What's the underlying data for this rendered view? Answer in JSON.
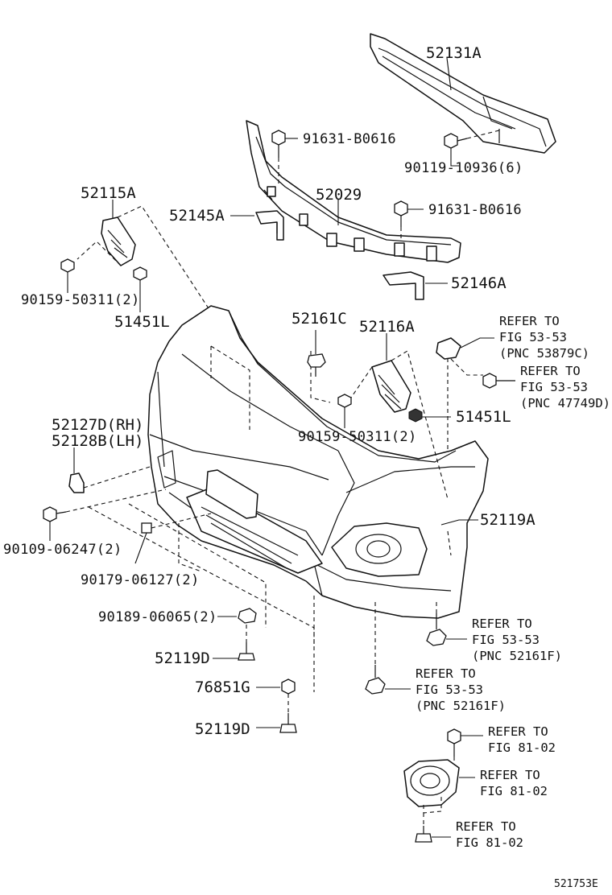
{
  "diagram_id": "521753E",
  "callouts": {
    "c52131A": "52131A",
    "c90119": "90119-10936(6)",
    "c91631_top": "91631-B0616",
    "c91631_mid": "91631-B0616",
    "c52029": "52029",
    "c52145A": "52145A",
    "c52146A": "52146A",
    "c52115A": "52115A",
    "c90159_left": "90159-50311(2)",
    "c51451L_left": "51451L",
    "c52161C": "52161C",
    "c52116A": "52116A",
    "c90159_mid": "90159-50311(2)",
    "c51451L_right": "51451L",
    "c52127D": "52127D(RH)",
    "c52128B": "52128B(LH)",
    "c90109": "90109-06247(2)",
    "c90179": "90179-06127(2)",
    "c90189": "90189-06065(2)",
    "c52119D_a": "52119D",
    "c76851G": "76851G",
    "c52119D_b": "52119D",
    "c52119A": "52119A"
  },
  "references": {
    "r1": {
      "line1": "REFER TO",
      "line2": "FIG 53-53",
      "line3": "(PNC 53879C)"
    },
    "r2": {
      "line1": "REFER TO",
      "line2": "FIG 53-53",
      "line3": "(PNC 47749D)"
    },
    "r3": {
      "line1": "REFER TO",
      "line2": "FIG 53-53",
      "line3": "(PNC 52161F)"
    },
    "r4": {
      "line1": "REFER TO",
      "line2": "FIG 53-53",
      "line3": "(PNC 52161F)"
    },
    "r5": {
      "line1": "REFER TO",
      "line2": "FIG 81-02"
    },
    "r6": {
      "line1": "REFER TO",
      "line2": "FIG 81-02"
    },
    "r7": {
      "line1": "REFER TO",
      "line2": "FIG 81-02"
    }
  }
}
